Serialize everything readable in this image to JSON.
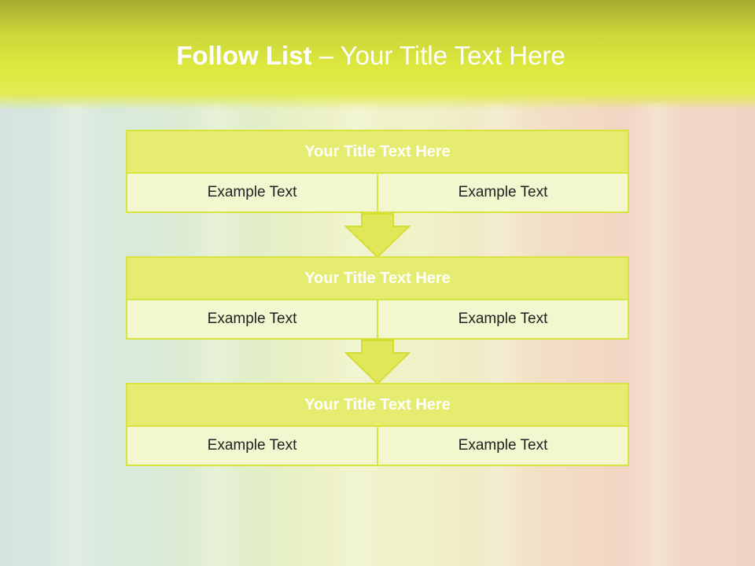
{
  "slide": {
    "title_bold": "Follow List",
    "title_rest": " – Your Title Text Here"
  },
  "steps": [
    {
      "title": "Your Title Text Here",
      "left": "Example Text",
      "right": "Example Text"
    },
    {
      "title": "Your Title Text Here",
      "left": "Example Text",
      "right": "Example Text"
    },
    {
      "title": "Your Title Text Here",
      "left": "Example Text",
      "right": "Example Text"
    }
  ],
  "colors": {
    "header": "#dde83e",
    "box_head": "#e5ec6f",
    "box_cell": "#f3f7cf",
    "border": "#d9e33d",
    "arrow": "#e0e85a"
  }
}
